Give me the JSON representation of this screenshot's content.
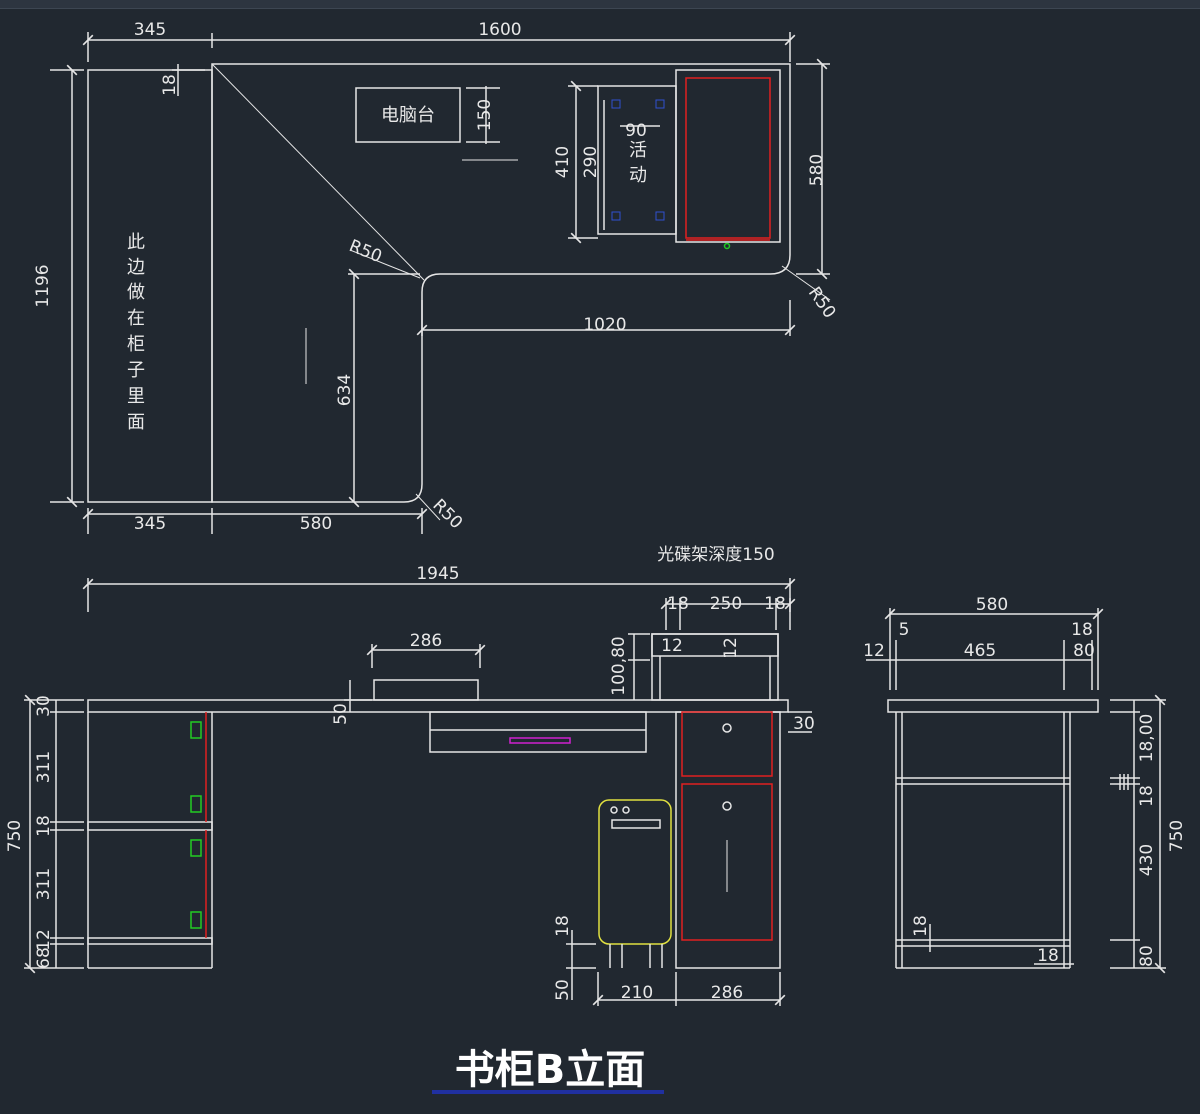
{
  "colors": {
    "background": "#212830",
    "line": "#e6e6e6",
    "red": "#e02020",
    "green": "#22cc22",
    "yellow": "#e0e040",
    "magenta": "#d020d0",
    "blue": "#3050d0",
    "title_underline": "#2030a0"
  },
  "plan": {
    "dims": {
      "top_left": "345",
      "top_right": "1600",
      "left_small": "18",
      "left_height": "1196",
      "right_height": "580",
      "computer_box_height": "150",
      "inner_depth": "1020",
      "leg_depth": "634",
      "bottom_left": "345",
      "bottom_mid": "580",
      "drawer_410": "410",
      "drawer_290": "290",
      "drawer_90": "90",
      "radius_1": "R50",
      "radius_2": "R50",
      "radius_3": "R50"
    },
    "labels": {
      "computer_desk": "电脑台",
      "mobile_chars": [
        "活",
        "动"
      ],
      "cabinet_side_chars": [
        "此",
        "边",
        "做",
        "在",
        "柜",
        "子",
        "里",
        "面"
      ]
    }
  },
  "front": {
    "cd_rack_note": "光碟架深度150",
    "dims": {
      "total_width": "1945",
      "kb_width": "286",
      "rack_18a": "18",
      "rack_250": "250",
      "rack_18b": "18",
      "rack_12a": "12",
      "rack_12b": "12",
      "rack_100_80": "100,80",
      "top_50": "50",
      "right_30": "30",
      "h_750": "750",
      "h_30": "30",
      "h_311a": "311",
      "h_18": "18",
      "h_311b": "311",
      "h_12": "12",
      "h_68": "68",
      "inner_18": "18",
      "inner_50": "50",
      "bottom_210": "210",
      "bottom_286": "286"
    }
  },
  "side": {
    "dims": {
      "width_580": "580",
      "d_5": "5",
      "d_18": "18",
      "d_12": "12",
      "d_465": "465",
      "d_80": "80",
      "h_750": "750",
      "h_18_100": "18,00",
      "h_18_mid": "18",
      "h_430": "430",
      "h_80": "80",
      "inner_18_left": "18",
      "inner_18_right": "18"
    }
  },
  "title": "书柜B立面"
}
